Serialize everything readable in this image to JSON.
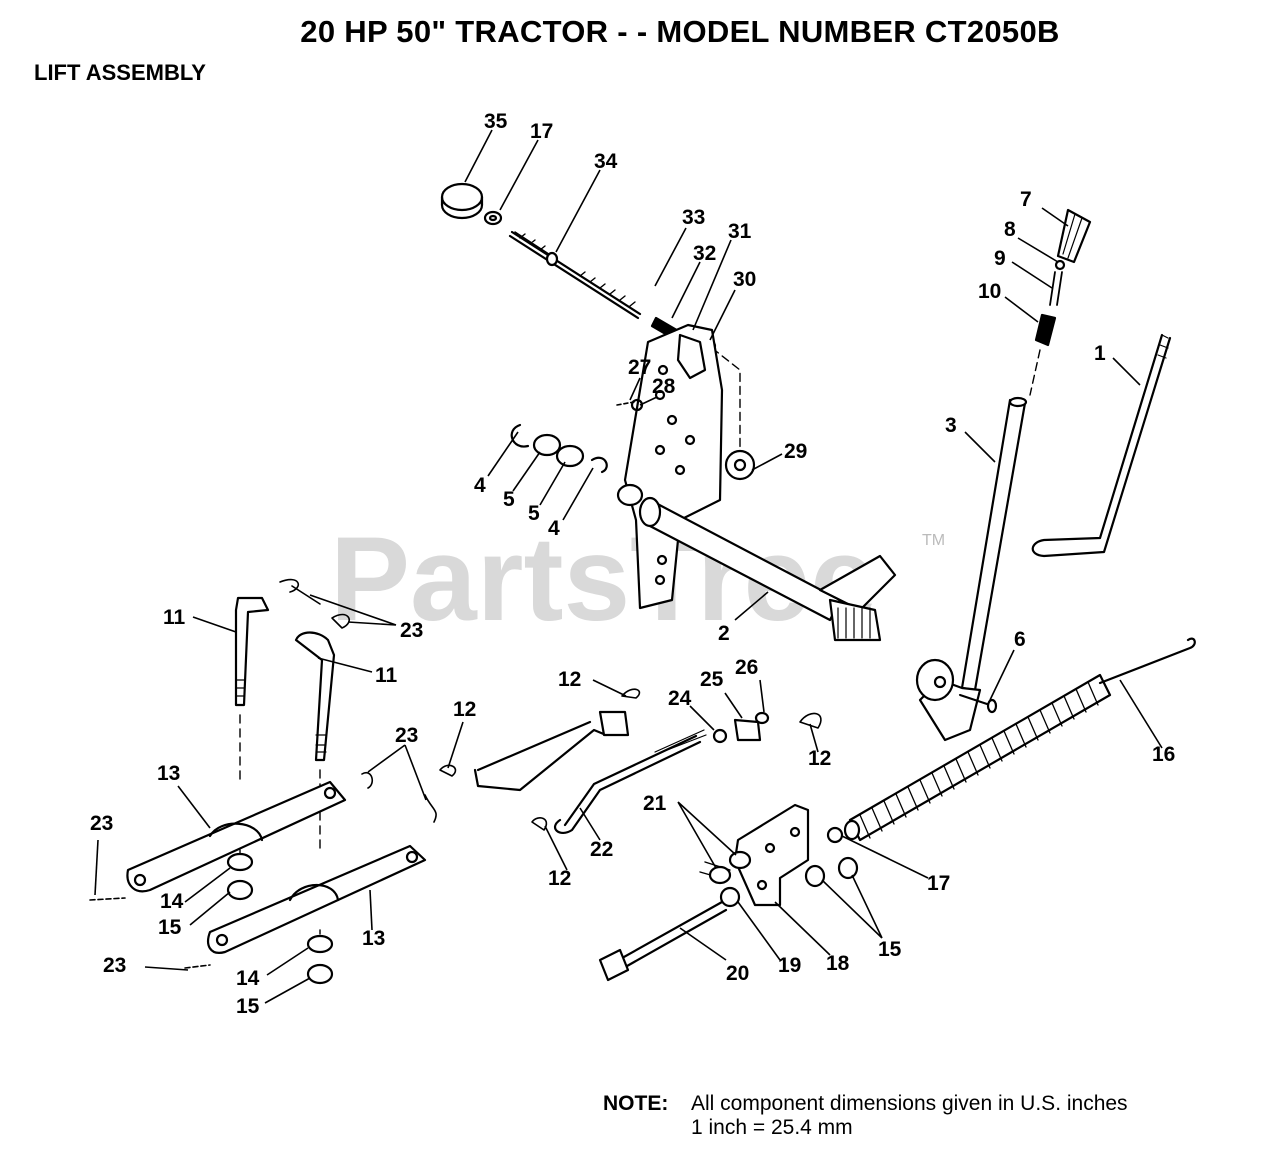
{
  "title": "20 HP 50\" TRACTOR - - MODEL NUMBER CT2050B",
  "subtitle": "LIFT ASSEMBLY",
  "watermark": {
    "text": "PartsTree",
    "tm": "TM"
  },
  "note": {
    "label": "NOTE:",
    "line1": "All component dimensions given in U.S. inches",
    "line2": "1 inch = 25.4 mm"
  },
  "callouts": [
    {
      "id": "c35",
      "text": "35"
    },
    {
      "id": "c17a",
      "text": "17"
    },
    {
      "id": "c34",
      "text": "34"
    },
    {
      "id": "c33",
      "text": "33"
    },
    {
      "id": "c32",
      "text": "32"
    },
    {
      "id": "c31",
      "text": "31"
    },
    {
      "id": "c30",
      "text": "30"
    },
    {
      "id": "c27",
      "text": "27"
    },
    {
      "id": "c28",
      "text": "28"
    },
    {
      "id": "c29",
      "text": "29"
    },
    {
      "id": "c4a",
      "text": "4"
    },
    {
      "id": "c5a",
      "text": "5"
    },
    {
      "id": "c5b",
      "text": "5"
    },
    {
      "id": "c4b",
      "text": "4"
    },
    {
      "id": "c2",
      "text": "2"
    },
    {
      "id": "c7",
      "text": "7"
    },
    {
      "id": "c8",
      "text": "8"
    },
    {
      "id": "c9",
      "text": "9"
    },
    {
      "id": "c10",
      "text": "10"
    },
    {
      "id": "c3",
      "text": "3"
    },
    {
      "id": "c1",
      "text": "1"
    },
    {
      "id": "c6",
      "text": "6"
    },
    {
      "id": "c11a",
      "text": "11"
    },
    {
      "id": "c11b",
      "text": "11"
    },
    {
      "id": "c23a",
      "text": "23"
    },
    {
      "id": "c23b",
      "text": "23"
    },
    {
      "id": "c23c",
      "text": "23"
    },
    {
      "id": "c23d",
      "text": "23"
    },
    {
      "id": "c13a",
      "text": "13"
    },
    {
      "id": "c13b",
      "text": "13"
    },
    {
      "id": "c14a",
      "text": "14"
    },
    {
      "id": "c15a",
      "text": "15"
    },
    {
      "id": "c14b",
      "text": "14"
    },
    {
      "id": "c15b",
      "text": "15"
    },
    {
      "id": "c12a",
      "text": "12"
    },
    {
      "id": "c12b",
      "text": "12"
    },
    {
      "id": "c12c",
      "text": "12"
    },
    {
      "id": "c12d",
      "text": "12"
    },
    {
      "id": "c24",
      "text": "24"
    },
    {
      "id": "c25",
      "text": "25"
    },
    {
      "id": "c26",
      "text": "26"
    },
    {
      "id": "c22",
      "text": "22"
    },
    {
      "id": "c21",
      "text": "21"
    },
    {
      "id": "c16",
      "text": "16"
    },
    {
      "id": "c17b",
      "text": "17"
    },
    {
      "id": "c15c",
      "text": "15"
    },
    {
      "id": "c18",
      "text": "18"
    },
    {
      "id": "c19",
      "text": "19"
    },
    {
      "id": "c20",
      "text": "20"
    }
  ]
}
